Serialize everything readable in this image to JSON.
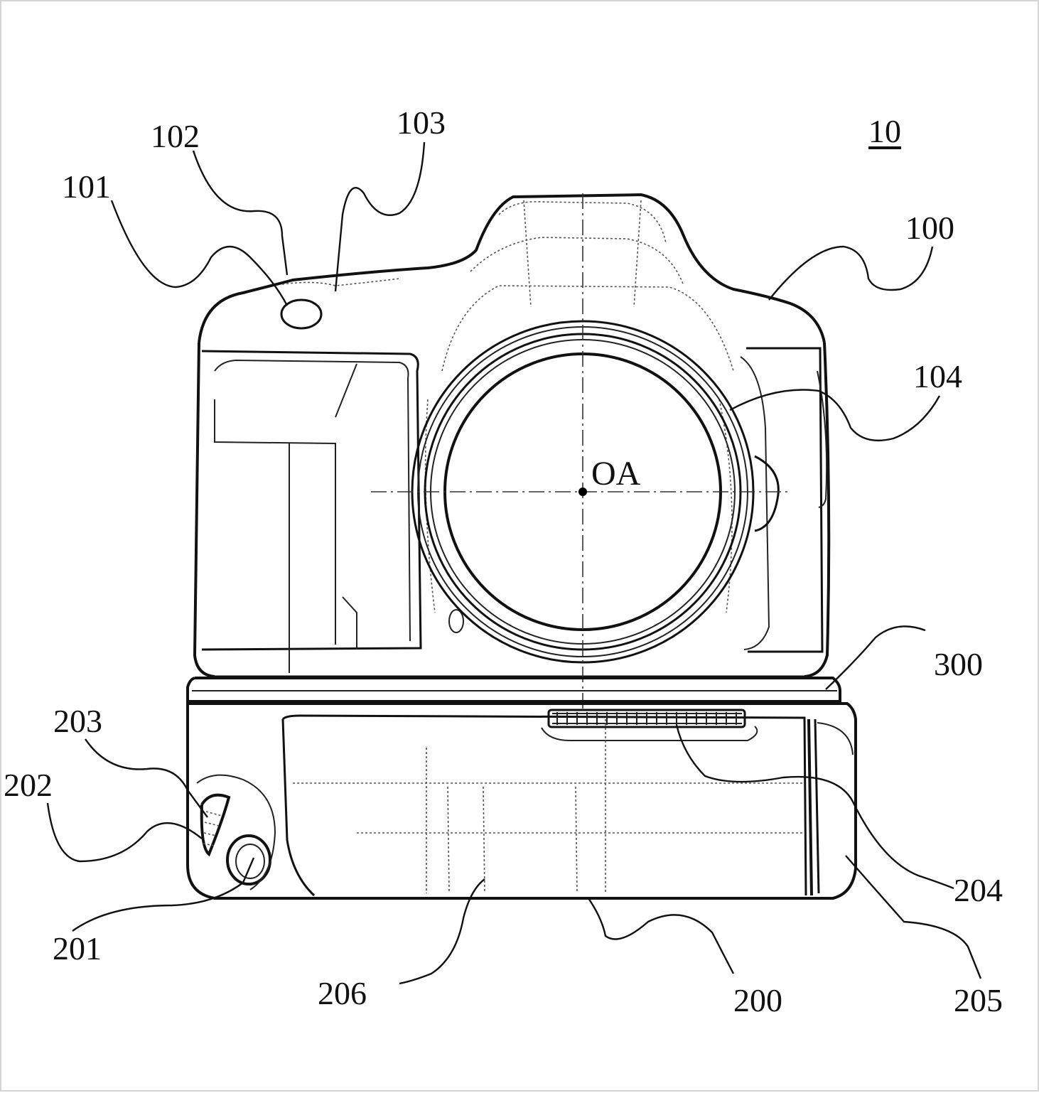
{
  "figure": {
    "figure_number": "10",
    "optical_axis_label": "OA"
  },
  "labels": [
    {
      "id": "100",
      "text": "100"
    },
    {
      "id": "101",
      "text": "101"
    },
    {
      "id": "102",
      "text": "102"
    },
    {
      "id": "103",
      "text": "103"
    },
    {
      "id": "104",
      "text": "104"
    },
    {
      "id": "200",
      "text": "200"
    },
    {
      "id": "201",
      "text": "201"
    },
    {
      "id": "202",
      "text": "202"
    },
    {
      "id": "203",
      "text": "203"
    },
    {
      "id": "204",
      "text": "204"
    },
    {
      "id": "205",
      "text": "205"
    },
    {
      "id": "206",
      "text": "206"
    },
    {
      "id": "300",
      "text": "300"
    }
  ]
}
